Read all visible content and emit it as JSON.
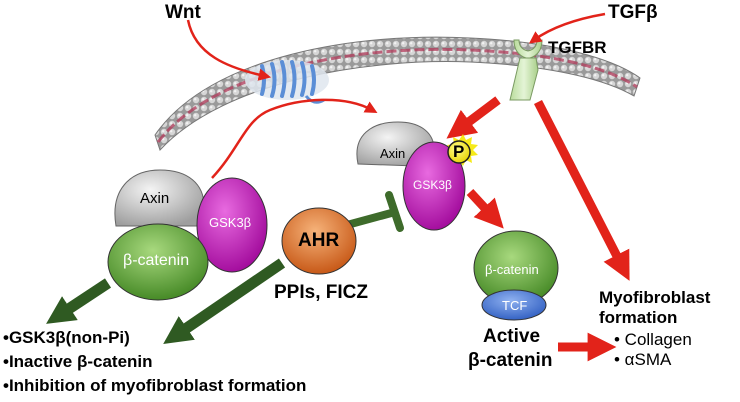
{
  "labels": {
    "wnt": "Wnt",
    "tgfb": "TGFβ",
    "tgfbr": "TGFBR",
    "axin_top": "Axin",
    "gsk3b_top": "GSK3β",
    "phospho": "P",
    "axin_left": "Axin",
    "gsk3b_left": "GSK3β",
    "bcat_left": "β-catenin",
    "ahr": "AHR",
    "ahr_ligands": "PPIs, FICZ",
    "bcat_right": "β-catenin",
    "tcf": "TCF",
    "active_line1": "Active",
    "active_line2": "β-catenin",
    "myo_title_line1": "Myofibroblast",
    "myo_title_line2": "formation"
  },
  "outcome_list": [
    "•GSK3β(non-Pi)",
    "•Inactive β-catenin",
    "•Inhibition of myofibroblast formation"
  ],
  "myo_markers": [
    "• Collagen",
    "• αSMA"
  ],
  "colors": {
    "red_arrow": "#e2231a",
    "green_arrow": "#2f5a22",
    "inhibit_bar": "#3e6b2b",
    "membrane": "#8c8c8c",
    "membrane_accent": "#b03a5a",
    "receptor": "#cfe8b9",
    "axin": "#c8c8c8",
    "gsk3b": "#c214b5",
    "bcatenin": "#5ea336",
    "ahr": "#d9651b",
    "tcf": "#3d6fd1",
    "phospho": "#f5e800",
    "frizzled": "#5b8ed6"
  }
}
